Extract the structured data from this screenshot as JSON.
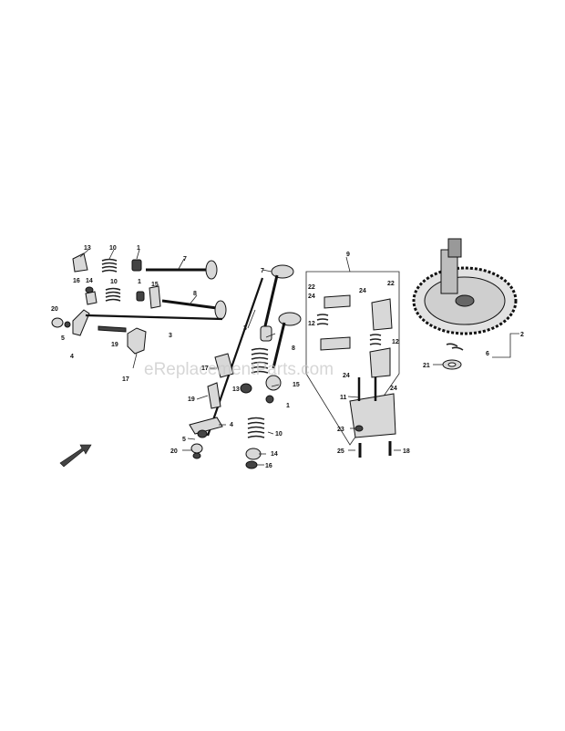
{
  "watermark": "eReplacementParts.com",
  "callouts": {
    "c1a": "1",
    "c1b": "1",
    "c1c": "1",
    "c2": "2",
    "c3a": "3",
    "c3b": "3",
    "c4a": "4",
    "c4b": "4",
    "c5a": "5",
    "c5b": "5",
    "c6": "6",
    "c7a": "7",
    "c7b": "7",
    "c8a": "8",
    "c8b": "8",
    "c9": "9",
    "c10a": "10",
    "c10b": "10",
    "c11": "11",
    "c12a": "12",
    "c12b": "12",
    "c13a": "13",
    "c13b": "13",
    "c14a": "14",
    "c14b": "14",
    "c15a": "15",
    "c15b": "15",
    "c16a": "16",
    "c16b": "16",
    "c17a": "17",
    "c17b": "17",
    "c18": "18",
    "c19a": "19",
    "c19b": "19",
    "c20a": "20",
    "c20b": "20",
    "c21": "21",
    "c22a": "22",
    "c22b": "22",
    "c23": "23",
    "c24a": "24",
    "c24b": "24",
    "c24c": "24",
    "c24d": "24",
    "c25": "25"
  }
}
